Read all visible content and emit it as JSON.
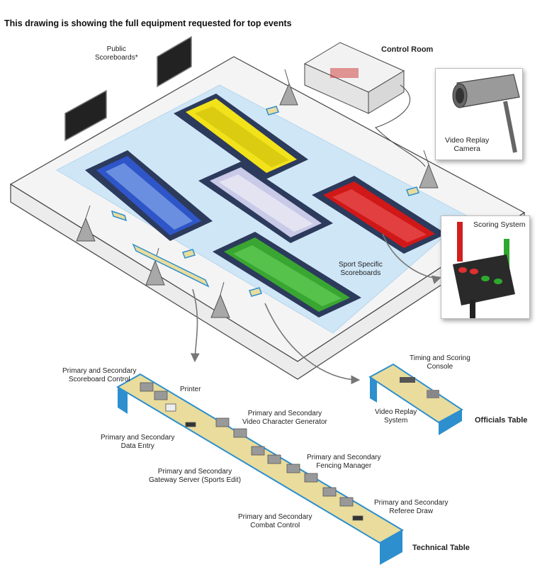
{
  "heading": "This drawing is showing the full equipment requested for top events",
  "labels": {
    "public_scoreboards": [
      "Public",
      "Scoreboards*"
    ],
    "control_room": "Control Room",
    "video_replay_camera": [
      "Video Replay",
      "Camera"
    ],
    "scoring_system": "Scoring System",
    "sport_specific_scoreboards": [
      "Sport Specific",
      "Scoreboards"
    ],
    "timing_scoring_console": [
      "Timing and Scoring",
      "Console"
    ],
    "video_replay_system": [
      "Video Replay",
      "System"
    ],
    "officials_table": "Officials Table",
    "scoreboard_control": [
      "Primary and Secondary",
      "Scoreboard Control"
    ],
    "printer": "Printer",
    "video_character_generator": [
      "Primary and Secondary",
      "Video Character Generator"
    ],
    "data_entry": [
      "Primary and Secondary",
      "Data Entry"
    ],
    "fencing_manager": [
      "Primary and Secondary",
      "Fencing Manager"
    ],
    "gateway_server": [
      "Primary and Secondary",
      "Gateway Server (Sports Edit)"
    ],
    "referee_draw": [
      "Primary and Secondary",
      "Referee Draw"
    ],
    "combat_control": [
      "Primary and Secondary",
      "Combat Control"
    ],
    "technical_table": "Technical Table"
  },
  "colors": {
    "floor": "#cfe6f6",
    "piste_frame": "#2c3a5c",
    "piste_yellow": "#f2e21a",
    "piste_blue": "#2f56c8",
    "piste_lavender": "#c9c9e8",
    "piste_red": "#d01818",
    "piste_green": "#3aa632",
    "table_top": "#e9dc9c",
    "table_side": "#2d8fce"
  }
}
